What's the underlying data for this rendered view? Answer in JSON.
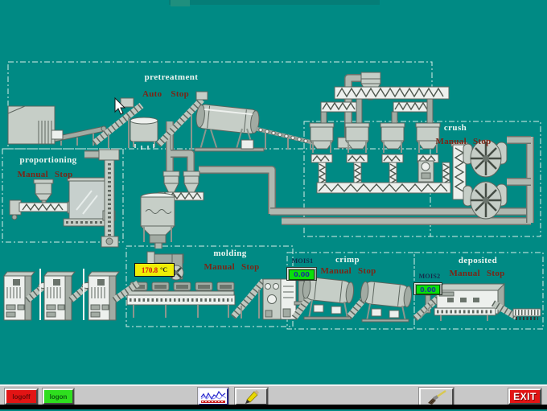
{
  "screen": {
    "background": "#008a84",
    "view": "process-overview"
  },
  "sections": {
    "pretreatment": {
      "label": "pretreatment",
      "mode": "Auto",
      "state": "Stop"
    },
    "proportioning": {
      "label": "proportioning",
      "mode": "Manual",
      "state": "Stop"
    },
    "crush": {
      "label": "crush",
      "mode": "Manual",
      "state": "Stop"
    },
    "molding": {
      "label": "molding",
      "mode": "Manual",
      "state": "Stop"
    },
    "crimp": {
      "label": "crimp",
      "mode": "Manual",
      "state": "Stop"
    },
    "deposited": {
      "label": "deposited",
      "mode": "Manual",
      "state": "Stop"
    }
  },
  "displays": {
    "temperature": {
      "value": "170.8",
      "unit": "°C"
    },
    "mois1": {
      "label": "MOIS1",
      "value": "0.00"
    },
    "mois2": {
      "label": "MOIS2",
      "value": "0.00"
    }
  },
  "toolbar": {
    "logoff": "logoff",
    "logon": "logon",
    "exit": "EXIT",
    "icons": [
      "trend-chart-icon",
      "pencil-icon",
      "brush-icon"
    ]
  },
  "colors": {
    "background": "#008a84",
    "machine_gray": "#c6cec7",
    "display_green": "#0ae00a",
    "temp_yellow": "#f0ee06",
    "alarm_red": "#e21414",
    "logon_green": "#2ede1e",
    "section_label": "#eef6f1",
    "mode_text": "#7a2516"
  }
}
